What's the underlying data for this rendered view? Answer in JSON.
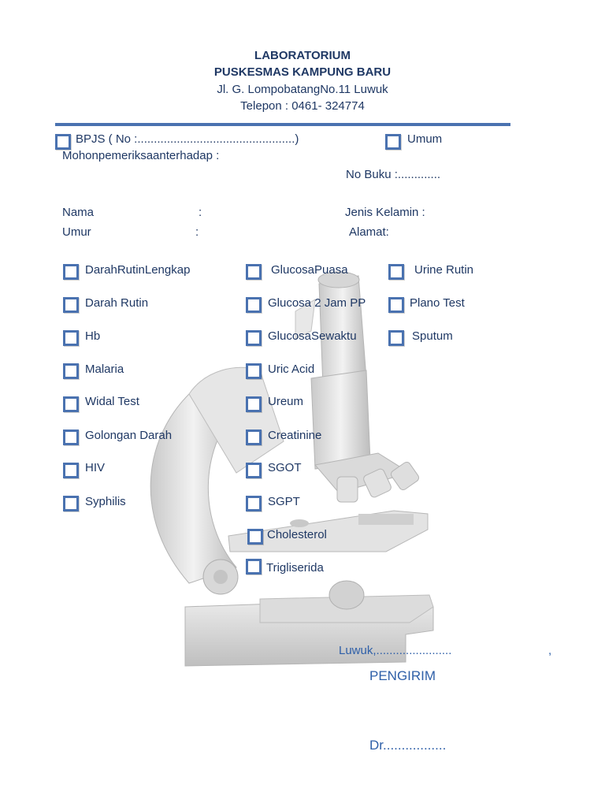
{
  "header": {
    "line1": "LABORATORIUM",
    "line2": "PUSKESMAS KAMPUNG BARU",
    "line3": "Jl. G. LompobatangNo.11 Luwuk",
    "line4": "Telepon :  0461- 324774"
  },
  "payment": {
    "bpjs_label": "BPJS ( No :................................................)",
    "umum_label": "Umum"
  },
  "request_label": "Mohonpemeriksaanterhadap :",
  "no_buku": "No Buku  :.............",
  "patient": {
    "nama": "Nama",
    "umur": "Umur",
    "colon": ":",
    "jenis_kelamin": "Jenis Kelamin :",
    "alamat": "Alamat:"
  },
  "tests": {
    "col1": [
      "DarahRutinLengkap",
      "Darah Rutin",
      "Hb",
      "Malaria",
      "Widal Test",
      "Golongan Darah",
      "HIV",
      "Syphilis"
    ],
    "col2": [
      "GlucosaPuasa",
      "Glucosa 2 Jam PP",
      "GlucosaSewaktu",
      "Uric Acid",
      "Ureum",
      "Creatinine",
      "SGOT",
      "SGPT",
      "Cholesterol",
      "Trigliserida"
    ],
    "col3": [
      "Urine Rutin",
      "Plano Test",
      "Sputum"
    ]
  },
  "footer": {
    "place_date": "Luwuk,.......................",
    "comma": ",",
    "sender": "PENGIRIM",
    "doctor": "Dr................."
  },
  "icons": {
    "background": "microscope-illustration",
    "checkbox": "checkbox-icon"
  },
  "colors": {
    "text": "#1f3864",
    "accent": "#4a72b0",
    "link_blue": "#2e5fa8"
  }
}
